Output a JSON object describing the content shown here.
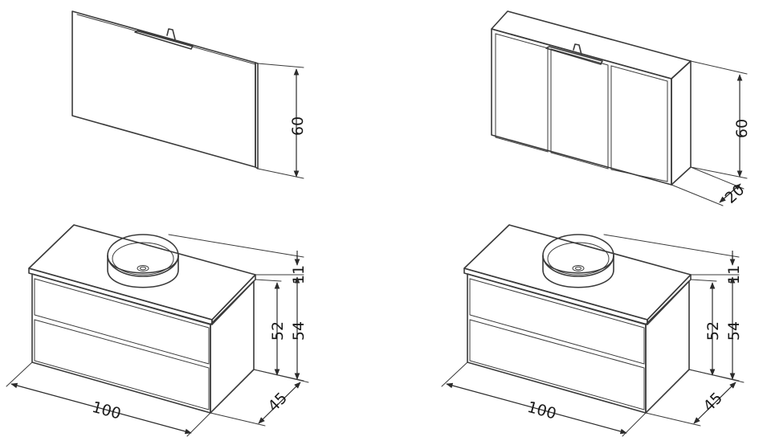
{
  "views": [
    {
      "id": "mirror",
      "dimensions": [
        {
          "label": "60"
        }
      ]
    },
    {
      "id": "mirror-cabinet",
      "dimensions": [
        {
          "label": "60"
        },
        {
          "label": "20"
        }
      ]
    },
    {
      "id": "vanity-left",
      "dimensions": [
        {
          "label": "11"
        },
        {
          "label": "52"
        },
        {
          "label": "54"
        },
        {
          "label": "100"
        },
        {
          "label": "45"
        }
      ]
    },
    {
      "id": "vanity-right",
      "dimensions": [
        {
          "label": "11"
        },
        {
          "label": "52"
        },
        {
          "label": "54"
        },
        {
          "label": "100"
        },
        {
          "label": "45"
        }
      ]
    }
  ]
}
